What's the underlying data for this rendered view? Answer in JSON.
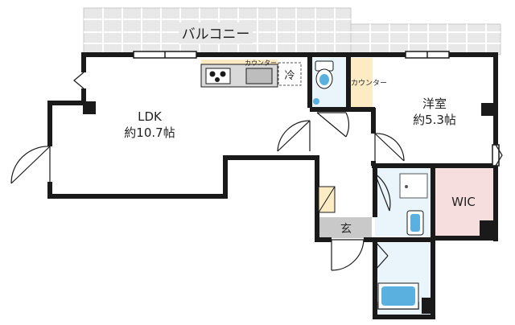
{
  "balcony": {
    "label": "バルコニー"
  },
  "rooms": {
    "ldk": {
      "name": "LDK",
      "area": "約10.7帖"
    },
    "western": {
      "name": "洋室",
      "area": "約5.3帖"
    },
    "wic": {
      "name": "WIC"
    },
    "entrance": {
      "name": "玄"
    }
  },
  "fixtures": {
    "counter_kitchen": "カウンター",
    "counter_room": "カウンター",
    "fridge": "冷"
  },
  "colors": {
    "wall": "#1a1a1a",
    "balcony_fill": "#e8e8e8",
    "counter_fill": "#fdebc4",
    "wic_fill": "#f7dede",
    "wet_fill": "#e9f4fb",
    "entrance_fill": "#c9c9c9",
    "water_blue": "#5ab0de"
  }
}
